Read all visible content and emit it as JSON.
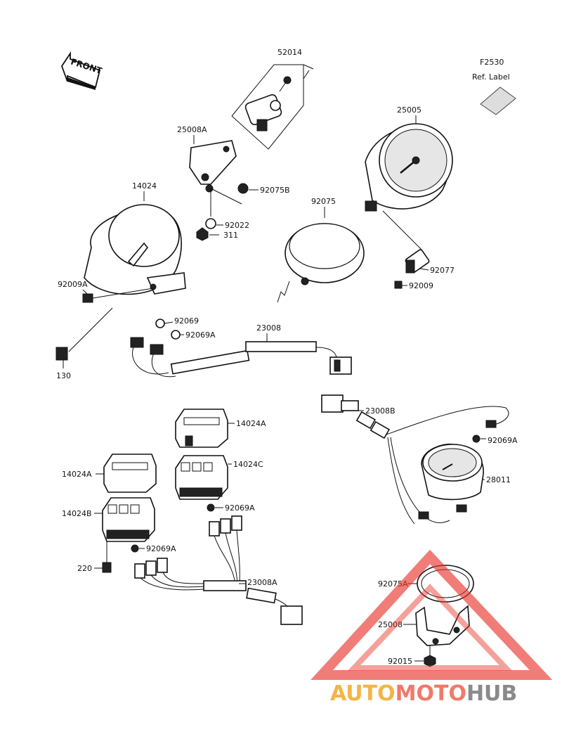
{
  "diagram_code": "F2530",
  "ref_label": "Ref. Label",
  "front_arrow": "FRONT",
  "parts": {
    "p52014": "52014",
    "p25008A": "25008A",
    "p92075B": "92075B",
    "p92022": "92022",
    "p311": "311",
    "p14024": "14024",
    "p92009A": "92009A",
    "p130": "130",
    "p25005": "25005",
    "p92075": "92075",
    "p92077": "92077",
    "p92009": "92009",
    "p92069": "92069",
    "p92069A_1": "92069A",
    "p23008": "23008",
    "p14024A_top": "14024A",
    "p14024A_left": "14024A",
    "p14024C": "14024C",
    "p14024B": "14024B",
    "p92069A_2": "92069A",
    "p92069A_3": "92069A",
    "p220": "220",
    "p23008A": "23008A",
    "p23008B": "23008B",
    "p92069A_4": "92069A",
    "p28011": "28011",
    "p92075A": "92075A",
    "p25008": "25008",
    "p92015": "92015"
  },
  "watermark": {
    "part1": "AUTO",
    "part2": "MOTO",
    "part3": "HUB",
    "colors": {
      "auto": "#f2b54a",
      "moto": "#f07a6a",
      "hub": "#8a8a8a",
      "triangle": "#e8342a"
    }
  }
}
